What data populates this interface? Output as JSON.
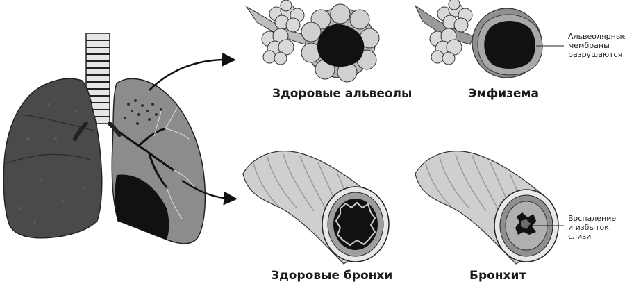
{
  "captions": {
    "healthy_alveoli": "Здоровые альвеолы",
    "emphysema": "Эмфизема",
    "healthy_bronchi": "Здоровые бронхи",
    "bronchitis": "Бронхит"
  },
  "annotations": {
    "alveolar_membranes": [
      "Альвеолярные",
      "мембраны",
      "разрушаются"
    ],
    "inflammation_mucus": [
      "Воспаление",
      "и избыток",
      "слизи"
    ]
  },
  "colors": {
    "lung_dark": "#4a4a4a",
    "lung_section": "#8c8c8c",
    "black": "#111111",
    "light_gray": "#d9d9d9",
    "mid_gray": "#a6a6a6"
  }
}
